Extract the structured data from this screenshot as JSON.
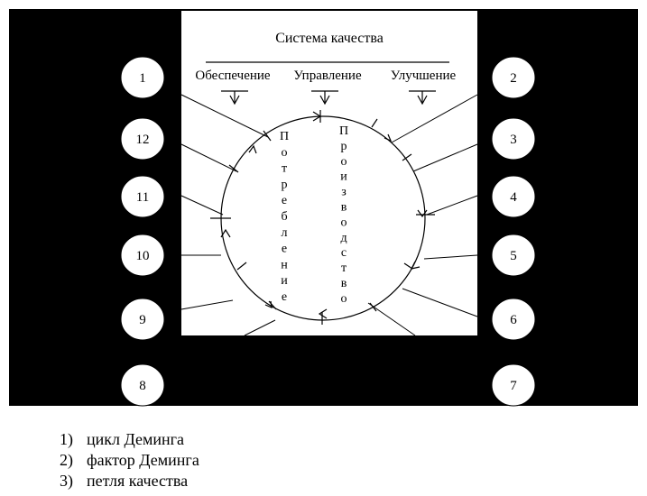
{
  "diagram": {
    "title": "Система качества",
    "functions": [
      "Обеспечение",
      "Управление",
      "Улучшение"
    ],
    "left_vertical": "Потребление",
    "right_vertical": "Производство",
    "nodes_left": [
      "1",
      "12",
      "11",
      "10",
      "9",
      "8"
    ],
    "nodes_right": [
      "2",
      "3",
      "4",
      "5",
      "6",
      "7"
    ],
    "colors": {
      "background": "#000000",
      "panel": "#ffffff",
      "line": "#000000"
    }
  },
  "options": [
    {
      "number": "1)",
      "text": "цикл Деминга"
    },
    {
      "number": "2)",
      "text": "фактор Деминга"
    },
    {
      "number": "3)",
      "text": "петля качества"
    }
  ]
}
